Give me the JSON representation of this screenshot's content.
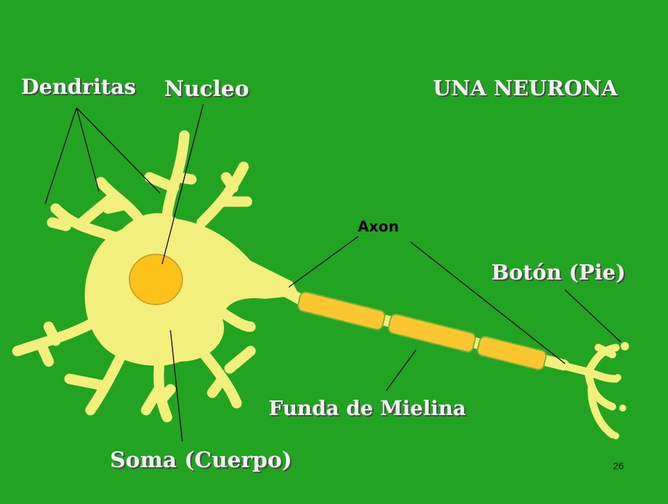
{
  "diagram": {
    "title": "UNA NEURONA",
    "labels": {
      "dendritas": "Dendritas",
      "nucleo": "Nucleo",
      "axon": "Axon",
      "boton": "Botón (Pie)",
      "mielina": "Funda de Mielina",
      "soma": "Soma (Cuerpo)"
    }
  },
  "page_number": "26",
  "colors": {
    "background": "#22a322",
    "cell_body": "#f2ef7c",
    "nucleus": "#fcc219",
    "myelin": "#fcc630",
    "myelin_border": "#74b23a",
    "label_text": "#f2f2f2",
    "leader_line": "#000000"
  }
}
